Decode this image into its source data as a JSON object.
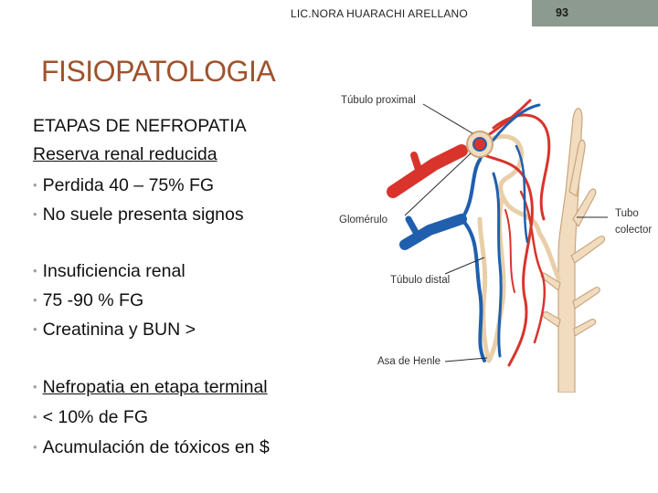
{
  "header": {
    "author": "LIC.NORA HUARACHI ARELLANO",
    "page_number": "93"
  },
  "title": "FISIOPATOLOGIA",
  "content": {
    "heading": "ETAPAS DE  NEFROPATIA",
    "stage1_title": "Reserva renal reducida",
    "stage1_items": [
      "Perdida 40 – 75% FG",
      "No suele presenta signos"
    ],
    "stage2_items": [
      "Insuficiencia renal",
      "75 -90 % FG",
      "Creatinina y BUN >"
    ],
    "stage3_title": "Nefropatia en etapa terminal",
    "stage3_items": [
      "< 10% de FG",
      "Acumulación de tóxicos en $"
    ]
  },
  "figure": {
    "labels": {
      "proximal": "Túbulo proximal",
      "glomerulo": "Glomérulo",
      "distal": "Túbulo distal",
      "henle": "Asa de Henle",
      "tubo": "Tubo",
      "colector": "colector"
    },
    "colors": {
      "artery": "#d8342c",
      "vein": "#1f5fae",
      "tubule": "#f1dcc0",
      "tubule_outline": "#caa57c"
    }
  }
}
